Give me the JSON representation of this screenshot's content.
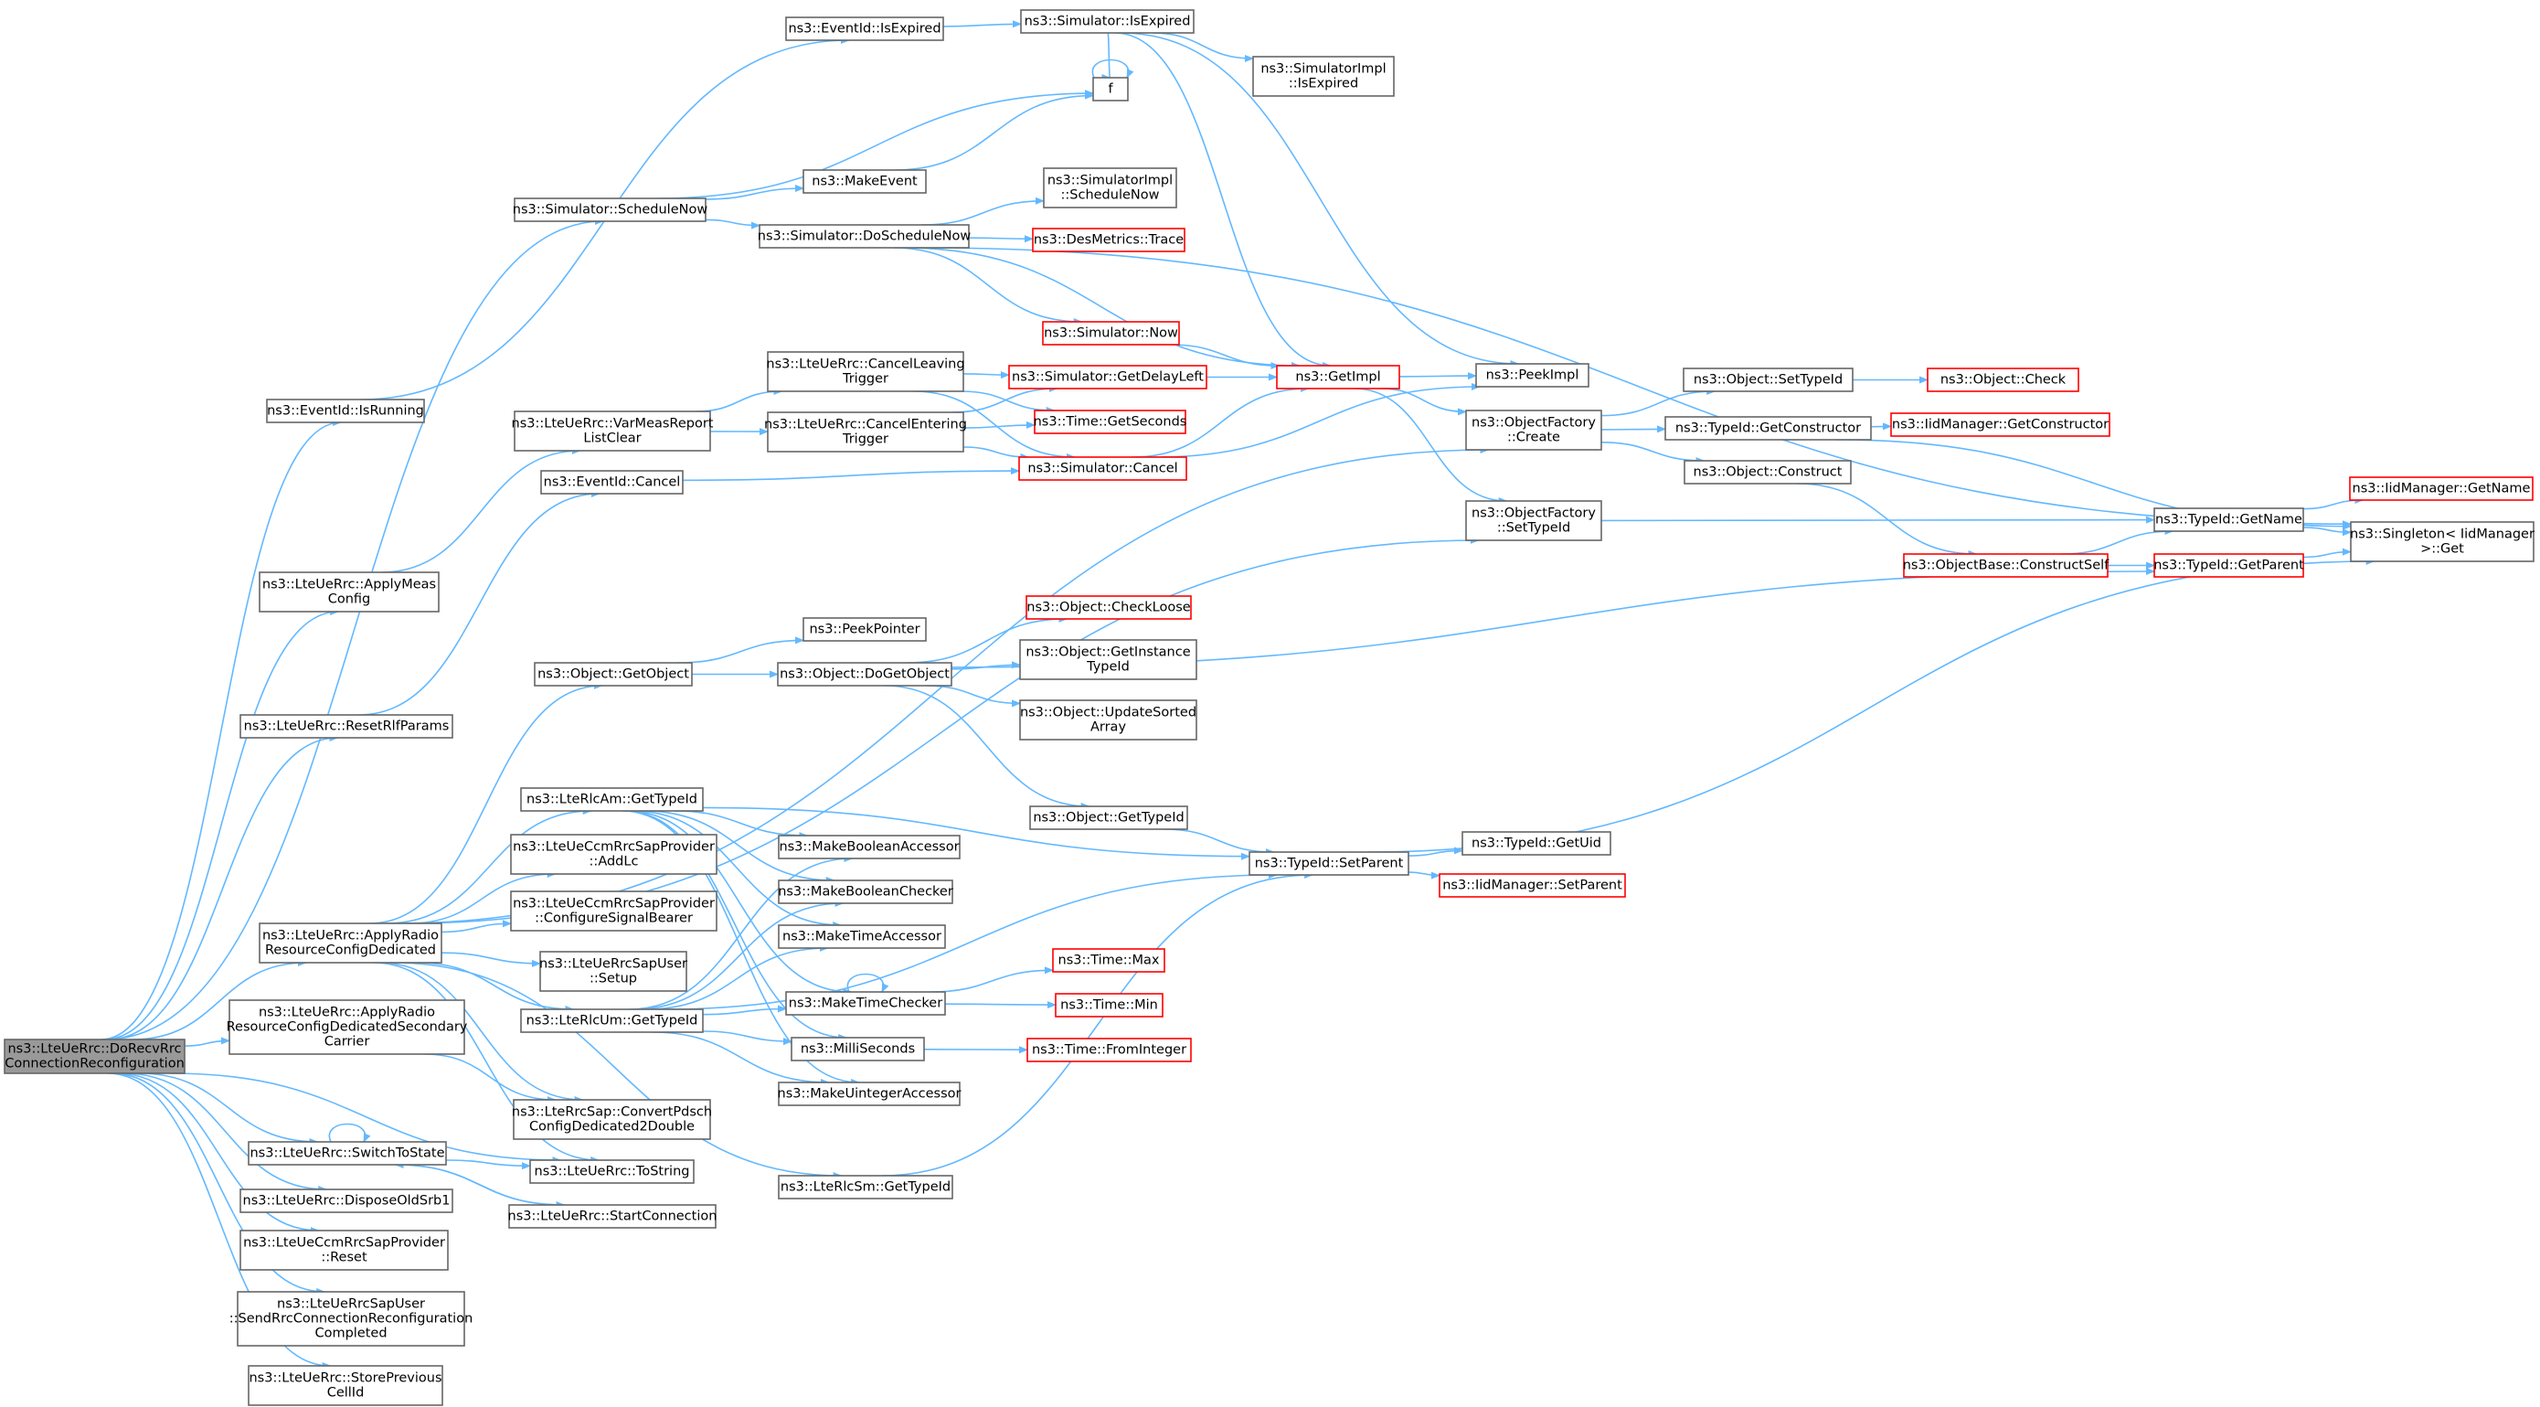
{
  "colors": {
    "edge": "#63b8ff",
    "box_border": "#666666",
    "highlight_border": "#ff0000",
    "root_fill": "#999999"
  },
  "nodes": {
    "root": {
      "lines": [
        "ns3::LteUeRrc::DoRecvRrc",
        "ConnectionReconfiguration"
      ],
      "style": "root"
    },
    "eventIsRunning": {
      "lines": [
        "ns3::EventId::IsRunning"
      ]
    },
    "applyMeasConfig": {
      "lines": [
        "ns3::LteUeRrc::ApplyMeas",
        "Config"
      ]
    },
    "resetRlfParams": {
      "lines": [
        "ns3::LteUeRrc::ResetRlfParams"
      ]
    },
    "applyRadioResCfgDed": {
      "lines": [
        "ns3::LteUeRrc::ApplyRadio",
        "ResourceConfigDedicated"
      ]
    },
    "applyRadioResCfgDedSec": {
      "lines": [
        "ns3::LteUeRrc::ApplyRadio",
        "ResourceConfigDedicatedSecondary",
        "Carrier"
      ]
    },
    "switchToState": {
      "lines": [
        "ns3::LteUeRrc::SwitchToState"
      ]
    },
    "disposeOldSrb1": {
      "lines": [
        "ns3::LteUeRrc::DisposeOldSrb1"
      ]
    },
    "ccmReset": {
      "lines": [
        "ns3::LteUeCcmRrcSapProvider",
        "::Reset"
      ]
    },
    "sendRrcConnReconfCompleted": {
      "lines": [
        "ns3::LteUeRrcSapUser",
        "::SendRrcConnectionReconfiguration",
        "Completed"
      ]
    },
    "storePrevCellId": {
      "lines": [
        "ns3::LteUeRrc::StorePrevious",
        "CellId"
      ]
    },
    "scheduleNow": {
      "lines": [
        "ns3::Simulator::ScheduleNow"
      ]
    },
    "varMeasReportListClear": {
      "lines": [
        "ns3::LteUeRrc::VarMeasReport",
        "ListClear"
      ]
    },
    "eventCancel": {
      "lines": [
        "ns3::EventId::Cancel"
      ]
    },
    "objectGetObject": {
      "lines": [
        "ns3::Object::GetObject"
      ]
    },
    "rlcAmGetTypeId": {
      "lines": [
        "ns3::LteRlcAm::GetTypeId"
      ]
    },
    "ccmAddLc": {
      "lines": [
        "ns3::LteUeCcmRrcSapProvider",
        "::AddLc"
      ]
    },
    "ccmConfigureSignalBearer": {
      "lines": [
        "ns3::LteUeCcmRrcSapProvider",
        "::ConfigureSignalBearer"
      ]
    },
    "rrcSapUserSetup": {
      "lines": [
        "ns3::LteUeRrcSapUser",
        "::Setup"
      ]
    },
    "rlcUmGetTypeId": {
      "lines": [
        "ns3::LteRlcUm::GetTypeId"
      ]
    },
    "convertPdsch": {
      "lines": [
        "ns3::LteRrcSap::ConvertPdsch",
        "ConfigDedicated2Double"
      ]
    },
    "toString": {
      "lines": [
        "ns3::LteUeRrc::ToString"
      ]
    },
    "startConnection": {
      "lines": [
        "ns3::LteUeRrc::StartConnection"
      ]
    },
    "eventIsExpired": {
      "lines": [
        "ns3::EventId::IsExpired"
      ]
    },
    "makeEvent": {
      "lines": [
        "ns3::MakeEvent"
      ]
    },
    "doScheduleNow": {
      "lines": [
        "ns3::Simulator::DoScheduleNow"
      ]
    },
    "cancelLeavingTrigger": {
      "lines": [
        "ns3::LteUeRrc::CancelLeaving",
        "Trigger"
      ]
    },
    "cancelEnteringTrigger": {
      "lines": [
        "ns3::LteUeRrc::CancelEntering",
        "Trigger"
      ]
    },
    "peekPointer": {
      "lines": [
        "ns3::PeekPointer"
      ]
    },
    "doGetObject": {
      "lines": [
        "ns3::Object::DoGetObject"
      ]
    },
    "makeBooleanAccessor": {
      "lines": [
        "ns3::MakeBooleanAccessor"
      ]
    },
    "makeBooleanChecker": {
      "lines": [
        "ns3::MakeBooleanChecker"
      ]
    },
    "makeTimeAccessor": {
      "lines": [
        "ns3::MakeTimeAccessor"
      ]
    },
    "makeTimeChecker": {
      "lines": [
        "ns3::MakeTimeChecker"
      ]
    },
    "milliSeconds": {
      "lines": [
        "ns3::MilliSeconds"
      ]
    },
    "makeUintegerAccessor": {
      "lines": [
        "ns3::MakeUintegerAccessor"
      ]
    },
    "rlcSmGetTypeId": {
      "lines": [
        "ns3::LteRlcSm::GetTypeId"
      ]
    },
    "simIsExpired": {
      "lines": [
        "ns3::Simulator::IsExpired"
      ]
    },
    "f": {
      "lines": [
        "f"
      ]
    },
    "implIsExpired": {
      "lines": [
        "ns3::SimulatorImpl",
        "::IsExpired"
      ]
    },
    "implScheduleNow": {
      "lines": [
        "ns3::SimulatorImpl",
        "::ScheduleNow"
      ]
    },
    "desMetricsTrace": {
      "lines": [
        "ns3::DesMetrics::Trace"
      ],
      "style": "red"
    },
    "simNow": {
      "lines": [
        "ns3::Simulator::Now"
      ],
      "style": "red"
    },
    "simGetDelayLeft": {
      "lines": [
        "ns3::Simulator::GetDelayLeft"
      ],
      "style": "red"
    },
    "timeGetSeconds": {
      "lines": [
        "ns3::Time::GetSeconds"
      ],
      "style": "red"
    },
    "simCancel": {
      "lines": [
        "ns3::Simulator::Cancel"
      ],
      "style": "red"
    },
    "checkLoose": {
      "lines": [
        "ns3::Object::CheckLoose"
      ],
      "style": "red"
    },
    "getInstanceTypeId": {
      "lines": [
        "ns3::Object::GetInstance",
        "TypeId"
      ]
    },
    "updateSortedArray": {
      "lines": [
        "ns3::Object::UpdateSorted",
        "Array"
      ]
    },
    "objectGetTypeId": {
      "lines": [
        "ns3::Object::GetTypeId"
      ]
    },
    "timeMax": {
      "lines": [
        "ns3::Time::Max"
      ],
      "style": "red"
    },
    "timeMin": {
      "lines": [
        "ns3::Time::Min"
      ],
      "style": "red"
    },
    "timeFromInteger": {
      "lines": [
        "ns3::Time::FromInteger"
      ],
      "style": "red"
    },
    "getImpl": {
      "lines": [
        "ns3::GetImpl"
      ],
      "style": "red"
    },
    "typeIdSetParent": {
      "lines": [
        "ns3::TypeId::SetParent"
      ]
    },
    "peekImpl": {
      "lines": [
        "ns3::PeekImpl"
      ]
    },
    "objFactoryCreate": {
      "lines": [
        "ns3::ObjectFactory",
        "::Create"
      ]
    },
    "objFactorySetTypeId": {
      "lines": [
        "ns3::ObjectFactory",
        "::SetTypeId"
      ]
    },
    "typeIdGetUid": {
      "lines": [
        "ns3::TypeId::GetUid"
      ]
    },
    "iidSetParent": {
      "lines": [
        "ns3::IidManager::SetParent"
      ],
      "style": "red"
    },
    "objectSetTypeId": {
      "lines": [
        "ns3::Object::SetTypeId"
      ]
    },
    "typeIdGetConstructor": {
      "lines": [
        "ns3::TypeId::GetConstructor"
      ]
    },
    "objectConstruct": {
      "lines": [
        "ns3::Object::Construct"
      ]
    },
    "objectCheck": {
      "lines": [
        "ns3::Object::Check"
      ],
      "style": "red"
    },
    "iidGetConstructor": {
      "lines": [
        "ns3::IidManager::GetConstructor"
      ],
      "style": "red"
    },
    "objBaseConstructSelf": {
      "lines": [
        "ns3::ObjectBase::ConstructSelf"
      ],
      "style": "red"
    },
    "typeIdGetName": {
      "lines": [
        "ns3::TypeId::GetName"
      ]
    },
    "typeIdGetParent": {
      "lines": [
        "ns3::TypeId::GetParent"
      ],
      "style": "red"
    },
    "iidGetName": {
      "lines": [
        "ns3::IidManager::GetName"
      ],
      "style": "red"
    },
    "singletonGet": {
      "lines": [
        "ns3::Singleton< IidManager",
        ">::Get"
      ]
    }
  }
}
